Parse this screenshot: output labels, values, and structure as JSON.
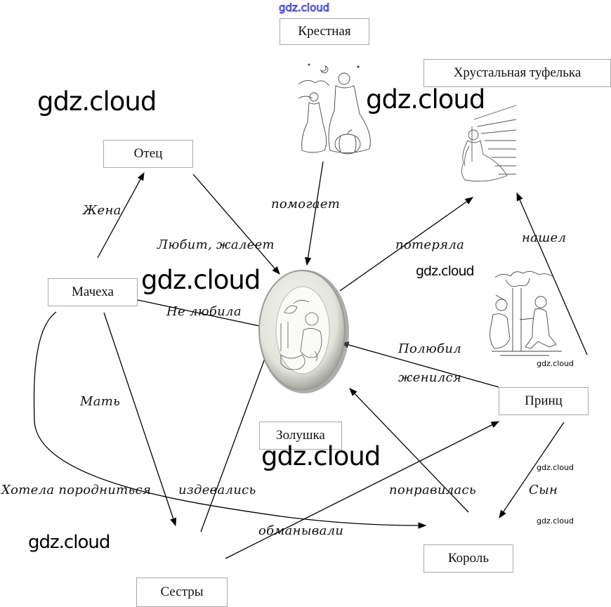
{
  "diagram": {
    "type": "character-relationship-map",
    "nodes": {
      "godmother": "Крестная",
      "slipper": "Хрустальная туфелька",
      "father": "Отец",
      "stepmother": "Мачеха",
      "cinderella": "Золушка",
      "prince": "Принц",
      "king": "Король",
      "sisters": "Сестры"
    },
    "edges": [
      {
        "from": "stepmother",
        "to": "father",
        "label": "Жена"
      },
      {
        "from": "father",
        "to": "cinderella",
        "label": "Любит, жалеет"
      },
      {
        "from": "godmother",
        "to": "cinderella",
        "label": "помогает"
      },
      {
        "from": "cinderella",
        "to": "slipper",
        "label": "потеряла"
      },
      {
        "from": "prince",
        "to": "slipper",
        "label": "нашел"
      },
      {
        "from": "stepmother",
        "to": "cinderella",
        "label": "Не любила"
      },
      {
        "from": "prince",
        "to": "cinderella",
        "label": "Полюбил"
      },
      {
        "from": "prince",
        "to": "cinderella",
        "label": "женился"
      },
      {
        "from": "stepmother",
        "to": "sisters",
        "label": "Мать"
      },
      {
        "from": "stepmother",
        "to": "king",
        "label": "Хотела породниться"
      },
      {
        "from": "sisters",
        "to": "cinderella",
        "label": "издевались"
      },
      {
        "from": "king",
        "to": "cinderella",
        "label": "понравилась"
      },
      {
        "from": "prince",
        "to": "king",
        "label": "Сын"
      },
      {
        "from": "sisters",
        "to": "prince",
        "label": "обманывали"
      }
    ],
    "illustrations": {
      "godmother": "godmother-and-cinderella-pumpkin-sketch",
      "slipper": "cinderella-on-staircase-sketch",
      "prince": "prince-kneeling-with-slipper-sketch",
      "cinderella": "cinderella-oval-portrait"
    }
  },
  "watermarks": {
    "top": "gdz.cloud",
    "big_1": "gdz.cloud",
    "big_2": "gdz.cloud",
    "big_3": "gdz.cloud",
    "big_4": "gdz.cloud",
    "mid_1": "gdz.cloud",
    "mid_2": "gdz.cloud",
    "small_1": "gdz.cloud",
    "small_2": "gdz.cloud",
    "small_3": "gdz.cloud"
  },
  "colors": {
    "line": "#000000",
    "box_border": "#a8a8a8",
    "watermark_top": "#3b3bcf",
    "oval_frame": "#e6e8e0"
  }
}
